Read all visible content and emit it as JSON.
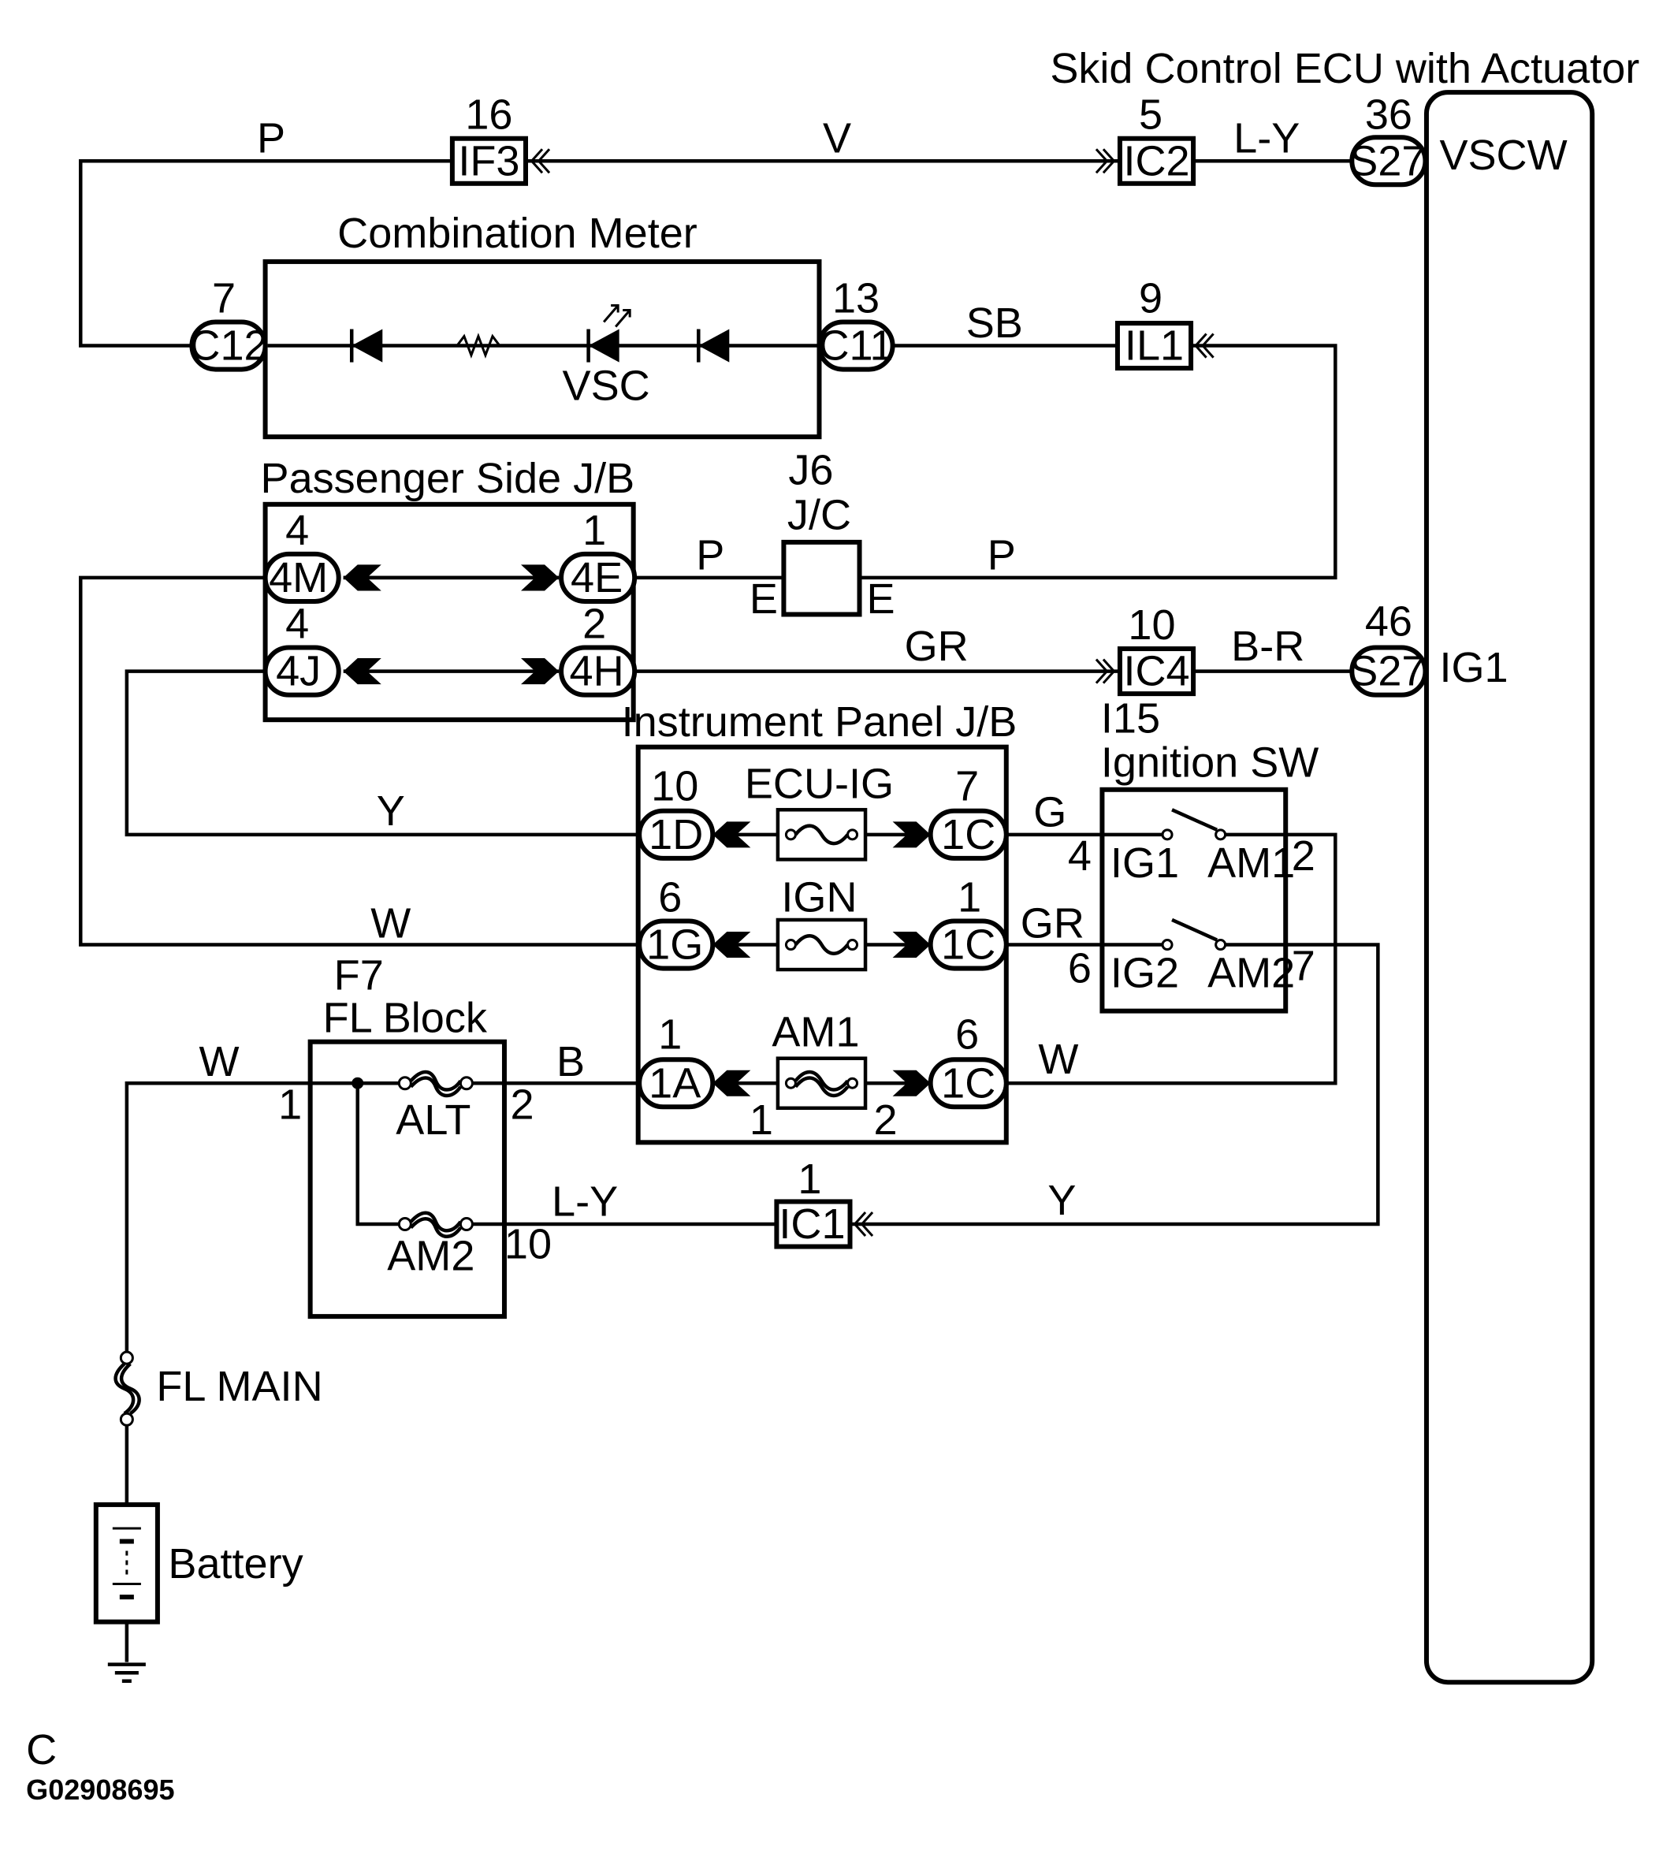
{
  "components": {
    "ecu": {
      "title": "Skid Control ECU with Actuator",
      "vscw": "VSCW",
      "ig1": "IG1"
    },
    "combination_meter": {
      "title": "Combination Meter",
      "lamp": "VSC"
    },
    "passenger_jb": {
      "title": "Passenger Side J/B"
    },
    "junction": {
      "id": "J6",
      "name": "J/C",
      "left_pin": "E",
      "right_pin": "E"
    },
    "instrument_jb": {
      "title": "Instrument Panel J/B",
      "fuse1": "ECU-IG",
      "fuse2": "IGN",
      "fuse3": "AM1",
      "am1_pin_left": "1",
      "am1_pin_right": "2"
    },
    "ignition_sw": {
      "id": "I15",
      "title": "Ignition SW",
      "ig1": "IG1",
      "am1": "AM1",
      "ig2": "IG2",
      "am2": "AM2",
      "pin_ig1": "4",
      "pin_am1": "2",
      "pin_ig2": "6",
      "pin_am2": "7"
    },
    "fl_block": {
      "id": "F7",
      "title": "FL Block",
      "alt": "ALT",
      "am2": "AM2",
      "pin_in": "1",
      "pin_alt": "2",
      "pin_am2": "10"
    },
    "fl_main": {
      "label": "FL MAIN"
    },
    "battery": {
      "label": "Battery"
    }
  },
  "connectors": {
    "if3": {
      "label": "IF3",
      "pin": "16"
    },
    "ic2": {
      "label": "IC2",
      "pin": "5"
    },
    "s27a": {
      "label": "S27",
      "pin": "36"
    },
    "c12": {
      "label": "C12",
      "pin": "7"
    },
    "c11": {
      "label": "C11",
      "pin": "13"
    },
    "il1": {
      "label": "IL1",
      "pin": "9"
    },
    "j4m": {
      "label": "4M",
      "pin": "4"
    },
    "j4e": {
      "label": "4E",
      "pin": "1"
    },
    "j4j": {
      "label": "4J",
      "pin": "4"
    },
    "j4h": {
      "label": "4H",
      "pin": "2"
    },
    "ic4": {
      "label": "IC4",
      "pin": "10"
    },
    "s27b": {
      "label": "S27",
      "pin": "46"
    },
    "j1d": {
      "label": "1D",
      "pin": "10"
    },
    "j1c_a": {
      "label": "1C",
      "pin": "7"
    },
    "j1g": {
      "label": "1G",
      "pin": "6"
    },
    "j1c_b": {
      "label": "1C",
      "pin": "1"
    },
    "j1a": {
      "label": "1A",
      "pin": "1"
    },
    "j1c_c": {
      "label": "1C",
      "pin": "6"
    },
    "ic1": {
      "label": "IC1",
      "pin": "1"
    }
  },
  "wires": {
    "w_p_top": "P",
    "w_v": "V",
    "w_ly_top": "L-Y",
    "w_sb": "SB",
    "w_p_left": "P",
    "w_p_right": "P",
    "w_gr_top": "GR",
    "w_br": "B-R",
    "w_y_left": "Y",
    "w_g": "G",
    "w_w_mid": "W",
    "w_gr_mid": "GR",
    "w_w_fl": "W",
    "w_b": "B",
    "w_w_right": "W",
    "w_ly_bottom": "L-Y",
    "w_y_bottom": "Y"
  },
  "footer": {
    "letter": "C",
    "code": "G02908695"
  }
}
